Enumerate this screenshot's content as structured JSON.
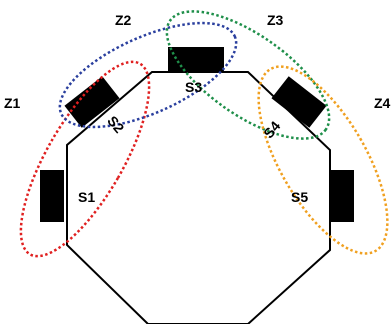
{
  "robot": {
    "outline_color": "#000000",
    "sensor_color": "#000000"
  },
  "sensors": [
    {
      "id": "s1",
      "label": "S1"
    },
    {
      "id": "s2",
      "label": "S2"
    },
    {
      "id": "s3",
      "label": "S3"
    },
    {
      "id": "s4",
      "label": "S4"
    },
    {
      "id": "s5",
      "label": "S5"
    }
  ],
  "zones": [
    {
      "id": "z1",
      "label": "Z1",
      "color": "#e02020"
    },
    {
      "id": "z2",
      "label": "Z2",
      "color": "#2a3f9e"
    },
    {
      "id": "z3",
      "label": "Z3",
      "color": "#1f8f4a"
    },
    {
      "id": "z4",
      "label": "Z4",
      "color": "#f0a020"
    }
  ]
}
